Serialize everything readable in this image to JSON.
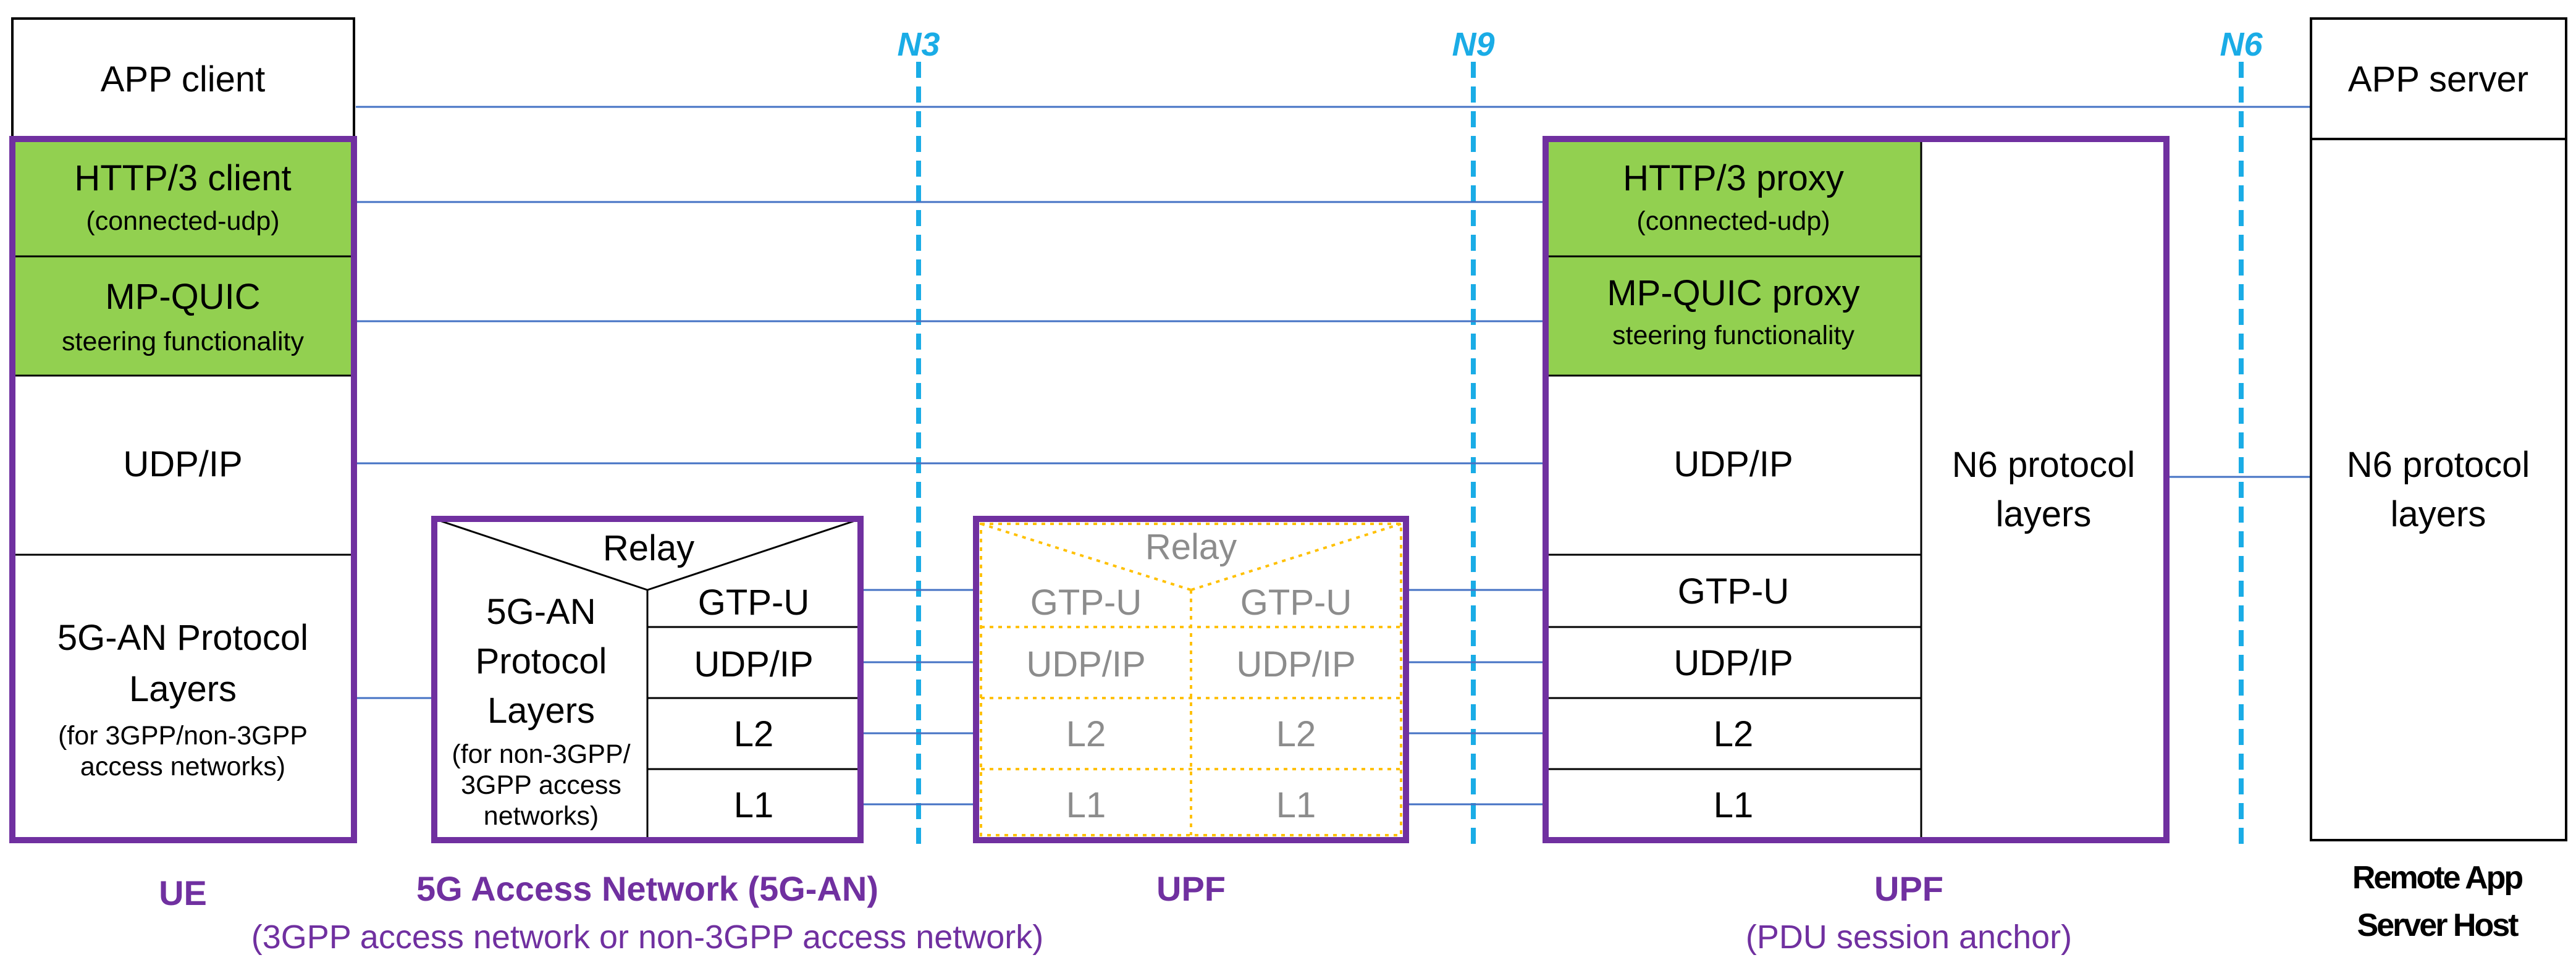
{
  "interfaces": {
    "n3": "N3",
    "n9": "N9",
    "n6": "N6"
  },
  "ue": {
    "app": "APP client",
    "http3_line1": "HTTP/3 client",
    "http3_line2": "(connected-udp)",
    "mpquic_line1": "MP-QUIC",
    "mpquic_line2": "steering functionality",
    "udpip": "UDP/IP",
    "an_line1": "5G-AN Protocol",
    "an_line2": "Layers",
    "an_line3": "(for 3GPP/non-3GPP",
    "an_line4": "access networks)"
  },
  "access_network": {
    "relay": "Relay",
    "an_line1": "5G-AN",
    "an_line2": "Protocol",
    "an_line3": "Layers",
    "an_line4": "(for non-3GPP/",
    "an_line5": "3GPP access",
    "an_line6": "networks)",
    "gtpu": "GTP-U",
    "udpip": "UDP/IP",
    "l2": "L2",
    "l1": "L1"
  },
  "upf_mid": {
    "relay": "Relay",
    "gtpu_left": "GTP-U",
    "gtpu_right": "GTP-U",
    "udpip_left": "UDP/IP",
    "udpip_right": "UDP/IP",
    "l2_left": "L2",
    "l2_right": "L2",
    "l1_left": "L1",
    "l1_right": "L1"
  },
  "upf_psa": {
    "http3_line1": "HTTP/3 proxy",
    "http3_line2": "(connected-udp)",
    "mpquic_line1": "MP-QUIC proxy",
    "mpquic_line2": "steering functionality",
    "udpip": "UDP/IP",
    "gtpu": "GTP-U",
    "udpip2": "UDP/IP",
    "l2": "L2",
    "l1": "L1",
    "n6_line1": "N6 protocol",
    "n6_line2": "layers"
  },
  "server": {
    "app": "APP server",
    "n6_line1": "N6 protocol",
    "n6_line2": "layers"
  },
  "captions": {
    "ue": "UE",
    "an_title": "5G Access Network (5G-AN)",
    "an_sub": "(3GPP access network or non-3GPP access network)",
    "upf": "UPF",
    "psa_title": "UPF",
    "psa_sub": "(PDU session anchor)",
    "remote_line1": "Remote App",
    "remote_line2": "Server Host"
  },
  "colors": {
    "green": "#92d050",
    "purple": "#7030a0",
    "interface_blue": "#1aace6",
    "link_blue": "#4472c4",
    "dotted_orange": "#ffc000",
    "grey_text": "#8c8c8c"
  }
}
